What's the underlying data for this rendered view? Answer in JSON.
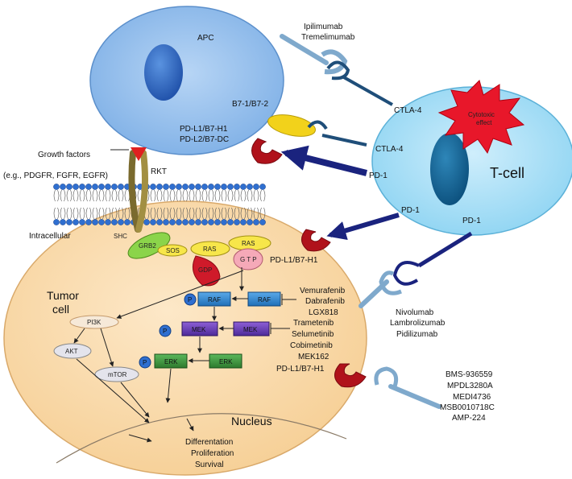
{
  "apc": {
    "title": "APC",
    "b7": "B7-1/B7-2",
    "pdl1": "PD-L1/B7-H1",
    "pdl2": "PD-L2/B7-DC"
  },
  "tcell": {
    "title": "T-cell",
    "ctla4_upper": "CTLA-4",
    "ctla4_lower": "CTLA-4",
    "pd1_a": "PD-1",
    "pd1_b": "PD-1",
    "pd1_c": "PD-1",
    "cytotoxic": [
      "Cytotoxic",
      "effect"
    ]
  },
  "drugs": {
    "ctla4": [
      "Ipilimumab",
      "Tremelimumab"
    ],
    "pd1": [
      "Nivolumab",
      "Lambrolizumab",
      "Pidilizumab"
    ],
    "pdl1": [
      "BMS-936559",
      "MPDL3280A",
      "MEDI4736",
      "MSB0010718C",
      "AMP-224"
    ],
    "braf": [
      "Vemurafenib",
      "Dabrafenib",
      "LGX818"
    ],
    "mek": [
      "Trametenib",
      "Selumetinib",
      "Cobimetinib",
      "MEK162"
    ]
  },
  "membrane": {
    "growth_factors": "Growth factors",
    "growth_factors_examples": "(e.g., PDGFR, FGFR, EGFR)",
    "rkt": "RKT",
    "intracellular": "Intracellular",
    "shc": "SHC"
  },
  "tumor": {
    "title": [
      "Tumor",
      "cell"
    ],
    "nucleus": "Nucleus",
    "outcomes": [
      "Differentation",
      "Proliferation",
      "Survival"
    ],
    "pdl1": "PD-L1/B7-H1",
    "pdl1_lower": "PD-L1/B7-H1"
  },
  "nodes": {
    "grb2": "GRB2",
    "sos": "SOS",
    "ras_a": "RAS",
    "ras_b": "RAS",
    "gtp": "G T P",
    "gdp": "GDP",
    "raf_a": "RAF",
    "raf_b": "RAF",
    "mek_a": "MEK",
    "mek_b": "MEK",
    "erk_a": "ERK",
    "erk_b": "ERK",
    "pi3k": "PI3K",
    "akt": "AKT",
    "mtor": "mTOR",
    "p": "P"
  }
}
